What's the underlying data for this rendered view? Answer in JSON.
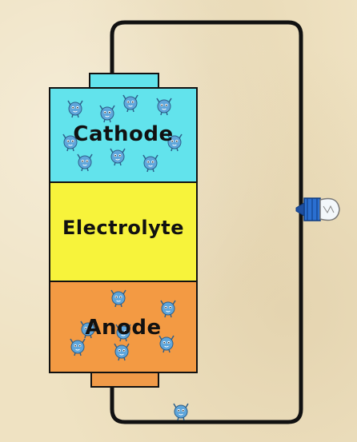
{
  "battery": {
    "cathode_label": "Cathode",
    "electrolyte_label": "Electrolyte",
    "anode_label": "Anode"
  },
  "colors": {
    "cathode": "#62e3ec",
    "electrolyte": "#f7f33b",
    "anode": "#f39a43",
    "terminal": "#f09a48",
    "wire": "#111111",
    "electron": "#5fa6db",
    "bulb_base": "#2a6fd1"
  },
  "icons": {
    "electron": "electron-character-icon",
    "bulb": "light-bulb-icon"
  }
}
